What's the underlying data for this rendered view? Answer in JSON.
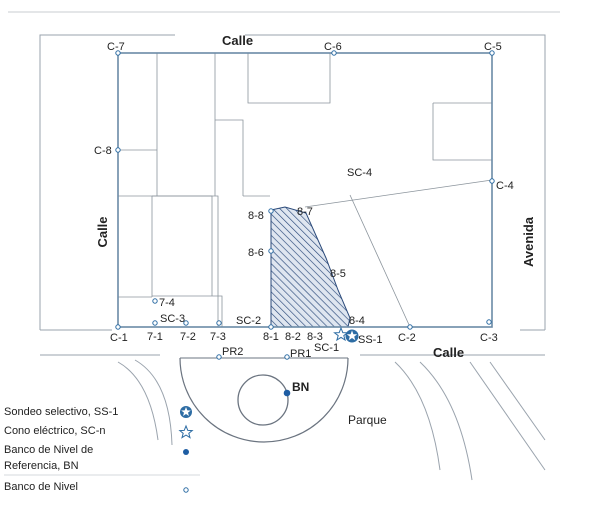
{
  "streets": {
    "top": "Calle",
    "left": "Calle",
    "right": "Avenida",
    "bottom": "Calle"
  },
  "park": "Parque",
  "benchmark_label": "BN",
  "points": {
    "c7": "C-7",
    "c6": "C-6",
    "c5": "C-5",
    "c8": "C-8",
    "c4": "C-4",
    "c1": "C-1",
    "c2": "C-2",
    "c3": "C-3",
    "sc4": "SC-4",
    "sc2": "SC-2",
    "sc3": "SC-3",
    "sc1": "SC-1",
    "ss1": "SS-1",
    "p88": "8-8",
    "p87": "8-7",
    "p86": "8-6",
    "p85": "8-5",
    "p84": "8-4",
    "p81": "8-1",
    "p82": "8-2",
    "p83": "8-3",
    "p74": "7-4",
    "p71": "7-1",
    "p72": "7-2",
    "p73": "7-3",
    "pr1": "PR1",
    "pr2": "PR2"
  },
  "legend": {
    "selective": "Sondeo selectivo,  SS-1",
    "cone": "Cono eléctrico,     SC-n",
    "ref_bench_1": "Banco de Nivel de",
    "ref_bench_2": "Referencia, BN",
    "bench": "Banco de Nivel"
  },
  "colors": {
    "boundary": "#6b8aa6",
    "hatch": "#2b4a7a",
    "marker": "#2e6da4",
    "benchmark": "#1e5da3"
  },
  "icons": {
    "selective": "star-ring-icon",
    "cone": "star-outline-icon",
    "benchmark": "filled-dot-icon",
    "bench": "ring-icon"
  }
}
